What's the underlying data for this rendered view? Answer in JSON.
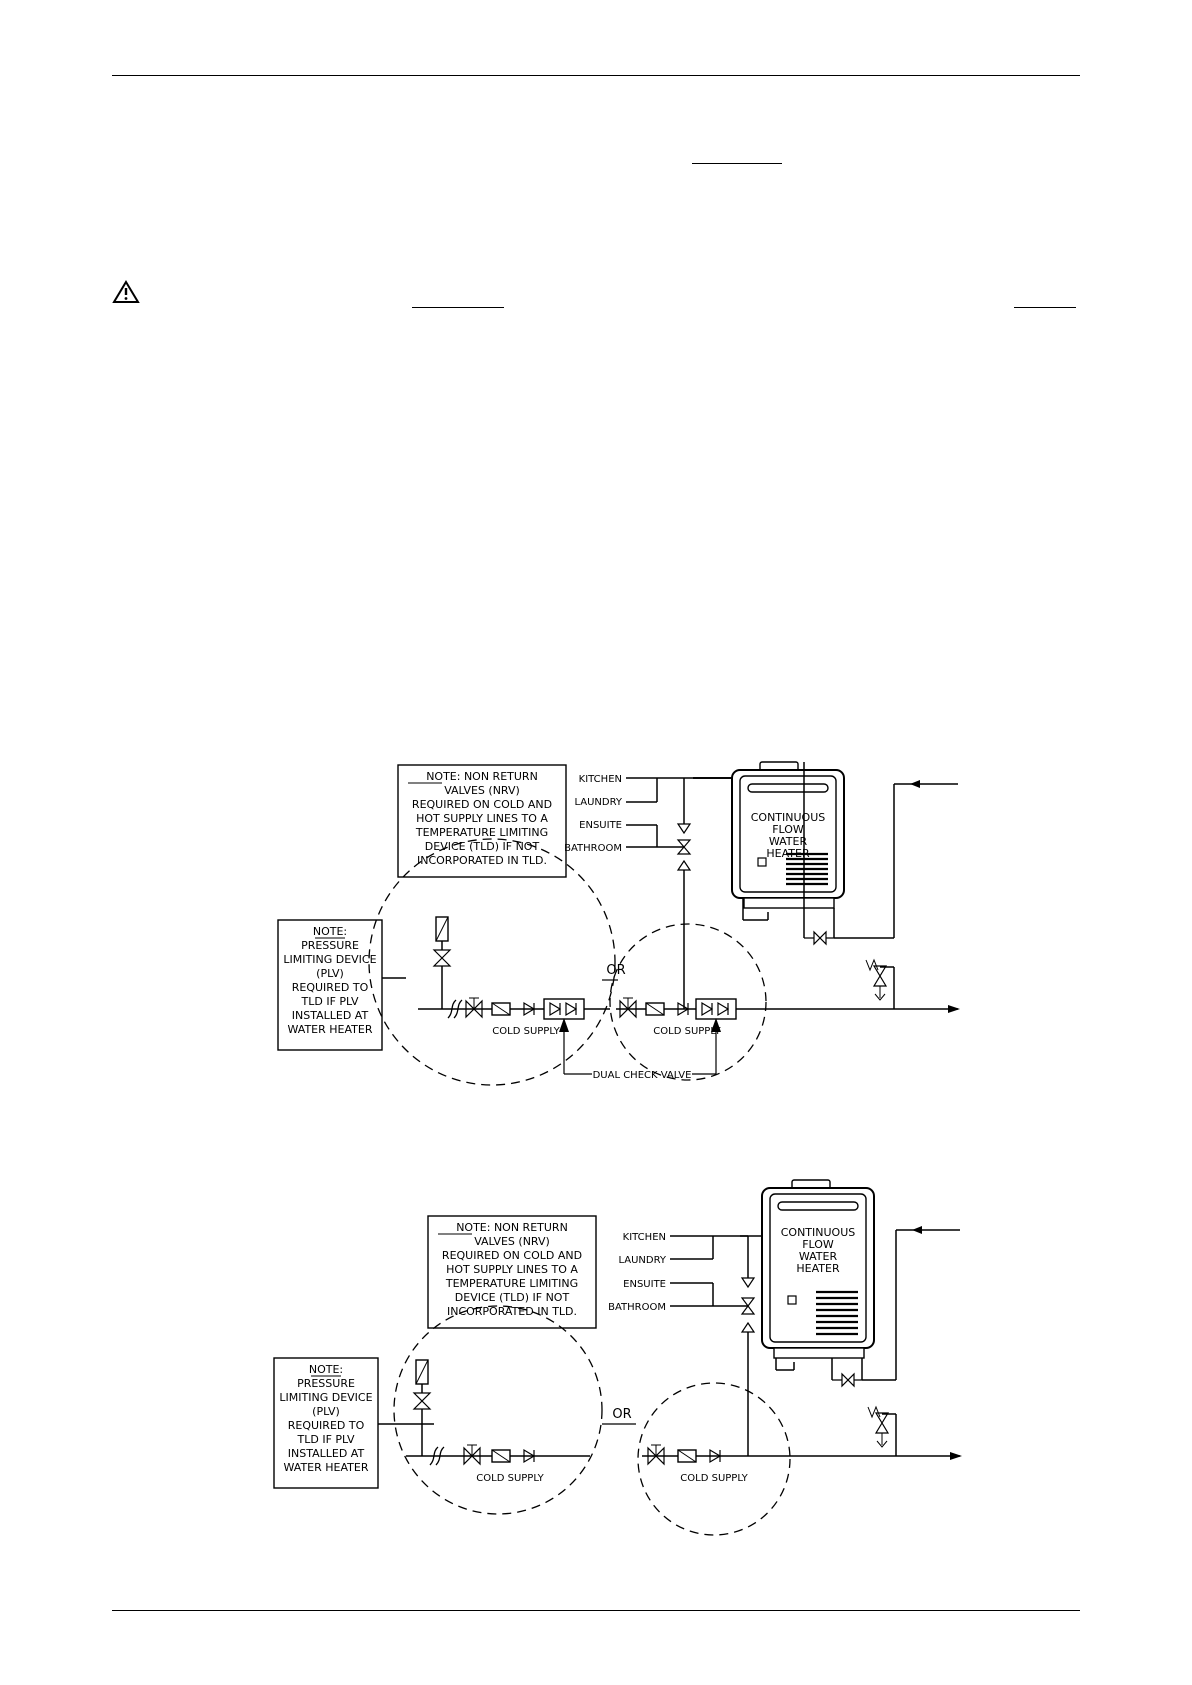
{
  "diagram_top": {
    "note_nrv": [
      "NOTE: NON RETURN",
      "VALVES (NRV)",
      "REQUIRED ON COLD AND",
      "HOT SUPPLY LINES TO A",
      "TEMPERATURE LIMITING",
      "DEVICE (TLD) IF NOT",
      "INCORPORATED IN TLD."
    ],
    "note_plv": [
      "NOTE:",
      "PRESSURE",
      "LIMITING DEVICE",
      "(PLV)",
      "REQUIRED TO",
      "TLD IF PLV",
      "INSTALLED AT",
      "WATER HEATER"
    ],
    "outlets": [
      "KITCHEN",
      "LAUNDRY",
      "ENSUITE",
      "BATHROOM"
    ],
    "heater": [
      "CONTINUOUS",
      "FLOW",
      "WATER",
      "HEATER"
    ],
    "or_label": "OR",
    "cold_supply": "COLD SUPPLY",
    "dual_check": "DUAL CHECK VALVE"
  },
  "diagram_bottom": {
    "note_nrv": [
      "NOTE: NON RETURN",
      "VALVES (NRV)",
      "REQUIRED ON COLD AND",
      "HOT SUPPLY LINES TO A",
      "TEMPERATURE LIMITING",
      "DEVICE (TLD) IF NOT",
      "INCORPORATED IN TLD."
    ],
    "note_plv": [
      "NOTE:",
      "PRESSURE",
      "LIMITING DEVICE",
      "(PLV)",
      "REQUIRED TO",
      "TLD IF PLV",
      "INSTALLED AT",
      "WATER HEATER"
    ],
    "outlets": [
      "KITCHEN",
      "LAUNDRY",
      "ENSUITE",
      "BATHROOM"
    ],
    "heater": [
      "CONTINUOUS",
      "FLOW",
      "WATER",
      "HEATER"
    ],
    "or_label": "OR",
    "cold_supply": "COLD SUPPLY"
  }
}
